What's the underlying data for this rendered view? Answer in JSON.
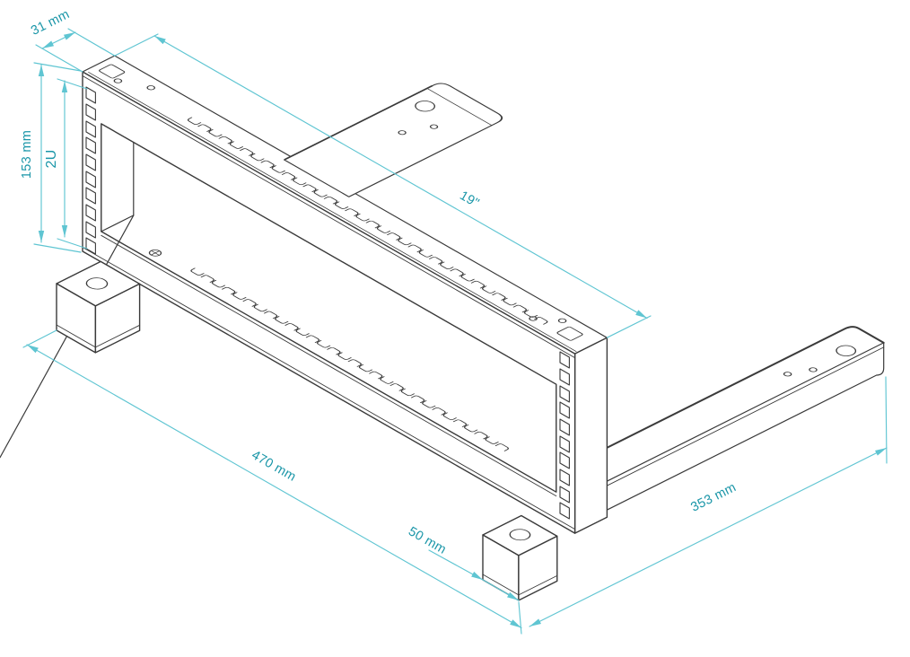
{
  "drawing": {
    "subject": "Isometric technical line drawing of a 19-inch 2U rack mounting bracket with two rear arms and two feet",
    "dimensions": {
      "rail_depth": "31 mm",
      "frame_height": "153 mm",
      "rack_units": "2U",
      "rack_width": "19\"",
      "overall_length": "470 mm",
      "foot_width": "50 mm",
      "arm_length": "353 mm"
    },
    "colors": {
      "outline": "#3a3a3a",
      "dimension_line": "#5fc5d2",
      "dimension_text": "#1a96a8",
      "background": "#ffffff"
    }
  }
}
